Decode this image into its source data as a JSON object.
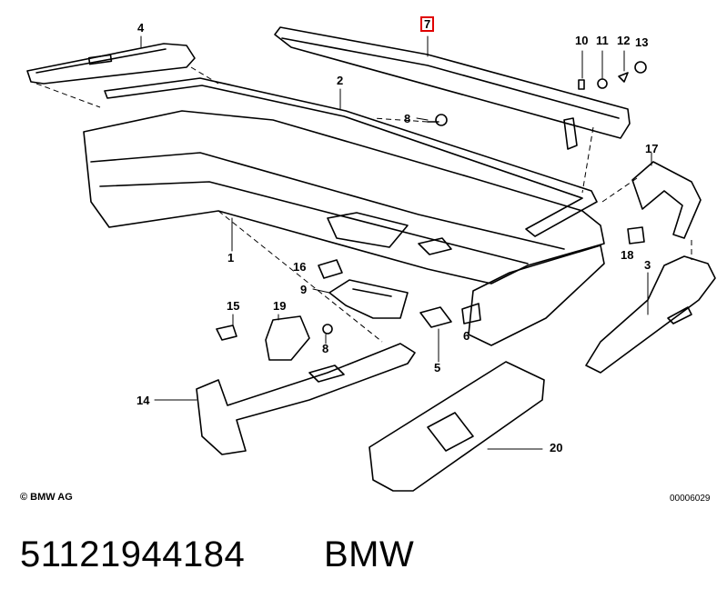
{
  "callouts": {
    "c1": "1",
    "c2": "2",
    "c3": "3",
    "c4": "4",
    "c5": "5",
    "c6": "6",
    "c7": "7",
    "c8a": "8",
    "c8b": "8",
    "c9": "9",
    "c10": "10",
    "c11": "11",
    "c12": "12",
    "c13": "13",
    "c14": "14",
    "c15": "15",
    "c16": "16",
    "c17": "17",
    "c18": "18",
    "c19": "19",
    "c20": "20"
  },
  "highlight_color": "#e00000",
  "footer": {
    "copyright": "© BMW AG",
    "diagram_id": "00006029"
  },
  "caption": {
    "part_number": "51121944184",
    "brand": "BMW"
  }
}
